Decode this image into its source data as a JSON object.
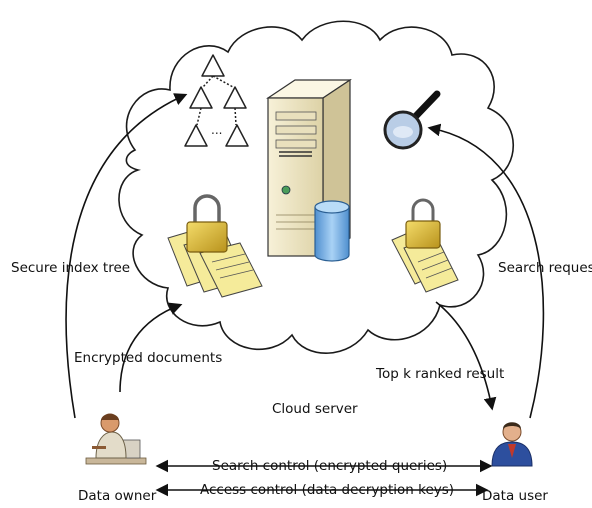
{
  "labels": {
    "secure_index_tree": "Secure index tree",
    "search_request": "Search request",
    "encrypted_documents": "Encrypted documents",
    "top_k_ranked_result": "Top k ranked result",
    "cloud_server": "Cloud server",
    "search_control": "Search control (encrypted queries)",
    "access_control": "Access control (data decryption keys)",
    "data_owner": "Data owner",
    "data_user": "Data user",
    "tree_ellipsis": "..."
  },
  "icons": {
    "server": "server-tower-icon",
    "database": "database-cylinder-icon",
    "magnifier": "magnifying-glass-icon",
    "locked_docs": "locked-documents-icon",
    "owner": "person-at-desk-icon",
    "user": "person-icon"
  },
  "colors": {
    "cloud_stroke": "#1a1a1a",
    "server_body": "#efe7c8",
    "database": "#77b4e6",
    "lock": "#d9ba3a",
    "documents": "#f5eb9a",
    "user_shirt": "#2d4f9e",
    "tree_fill": "#ffffff"
  }
}
